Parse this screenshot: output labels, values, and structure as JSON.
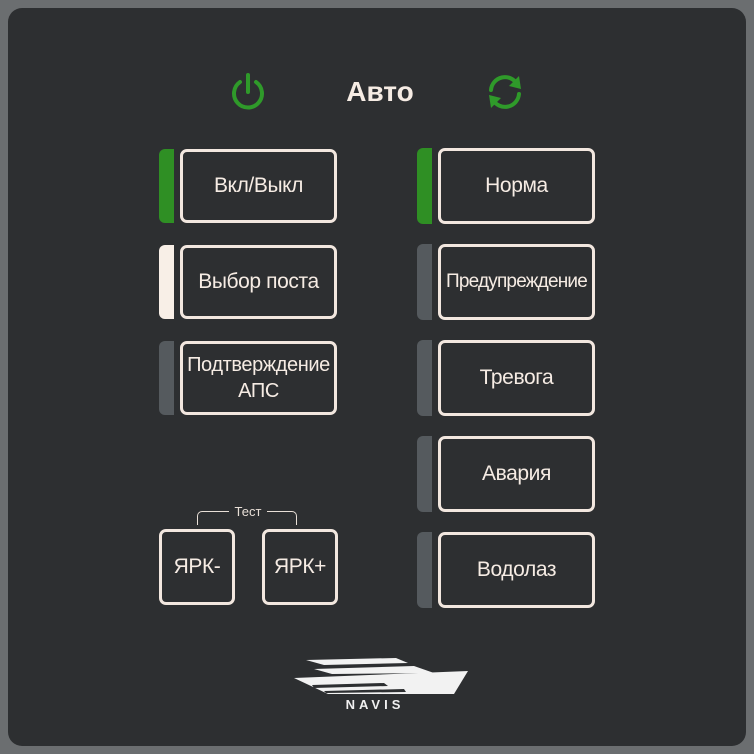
{
  "header": {
    "mode_label": "Авто",
    "power_icon": "power-icon",
    "sync_icon": "sync-icon",
    "icon_color": "#2f9a2a"
  },
  "left_controls": [
    {
      "label": "Вкл/Выкл",
      "indicator": "green"
    },
    {
      "label": "Выбор поста",
      "indicator": "white"
    },
    {
      "label": "Подтверждение\nАПС",
      "indicator": "off"
    }
  ],
  "status_buttons": [
    {
      "label": "Норма",
      "indicator": "green"
    },
    {
      "label": "Предупреждение",
      "indicator": "off"
    },
    {
      "label": "Тревога",
      "indicator": "off"
    },
    {
      "label": "Авария",
      "indicator": "off"
    },
    {
      "label": "Водолаз",
      "indicator": "off"
    }
  ],
  "brightness": {
    "group_label": "Тест",
    "decrease_label": "ЯРК-",
    "increase_label": "ЯРК+"
  },
  "brand": {
    "name": "NAVIS",
    "logo_icon": "ship-logo-icon"
  },
  "colors": {
    "panel": "#2d2f31",
    "led_green": "#2f8f24",
    "led_off": "#555a5e",
    "led_white": "#f8efe7",
    "button_border": "#f2e7df"
  }
}
